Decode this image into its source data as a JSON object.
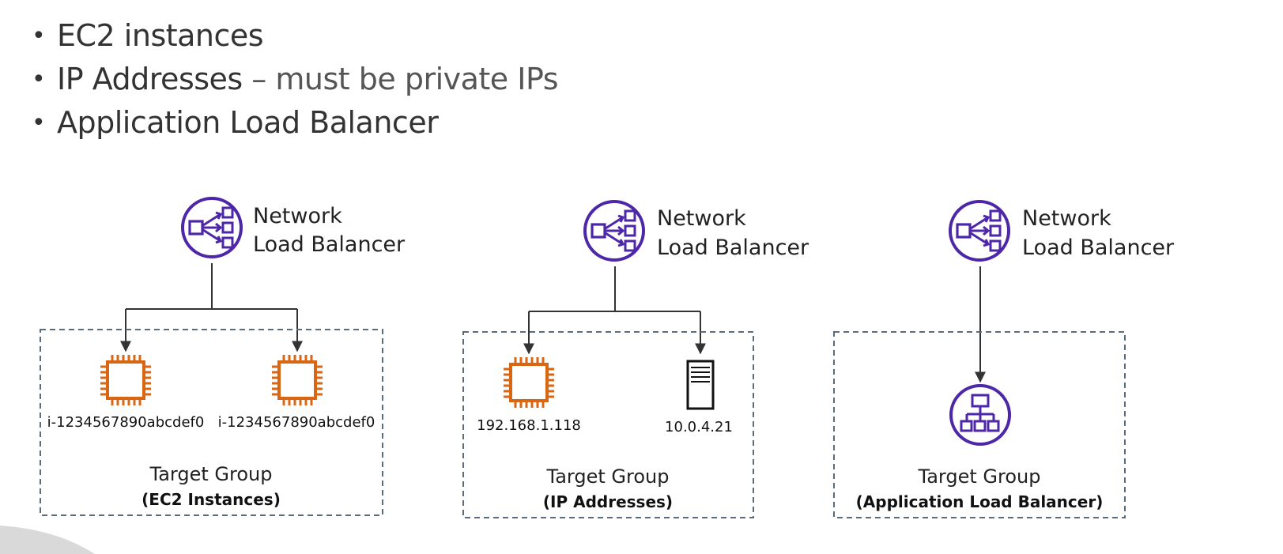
{
  "bullets": [
    {
      "main": "EC2 instances",
      "suffix": ""
    },
    {
      "main": "IP Addresses",
      "suffix": " – must be private IPs"
    },
    {
      "main": "Application Load Balancer",
      "suffix": ""
    }
  ],
  "colors": {
    "lb_purple": "#4d27a8",
    "ec2_orange": "#d86613",
    "border_dashed": "#5a6b7b"
  },
  "panels": [
    {
      "nlb": {
        "line1": "Network",
        "line2": "Load Balancer",
        "icon": "network-load-balancer-icon"
      },
      "targets": [
        {
          "label": "i-1234567890abcdef0",
          "icon": "ec2-instance-icon"
        },
        {
          "label": "i-1234567890abcdef0",
          "icon": "ec2-instance-icon"
        }
      ],
      "group": {
        "title": "Target Group",
        "subtitle": "(EC2 Instances)"
      }
    },
    {
      "nlb": {
        "line1": "Network",
        "line2": "Load Balancer",
        "icon": "network-load-balancer-icon"
      },
      "targets": [
        {
          "label": "192.168.1.118",
          "icon": "ec2-instance-icon"
        },
        {
          "label": "10.0.4.21",
          "icon": "server-icon"
        }
      ],
      "group": {
        "title": "Target Group",
        "subtitle": "(IP Addresses)"
      }
    },
    {
      "nlb": {
        "line1": "Network",
        "line2": "Load Balancer",
        "icon": "network-load-balancer-icon"
      },
      "targets": [
        {
          "label": "",
          "icon": "application-load-balancer-icon"
        }
      ],
      "group": {
        "title": "Target Group",
        "subtitle": "(Application Load Balancer)"
      }
    }
  ]
}
